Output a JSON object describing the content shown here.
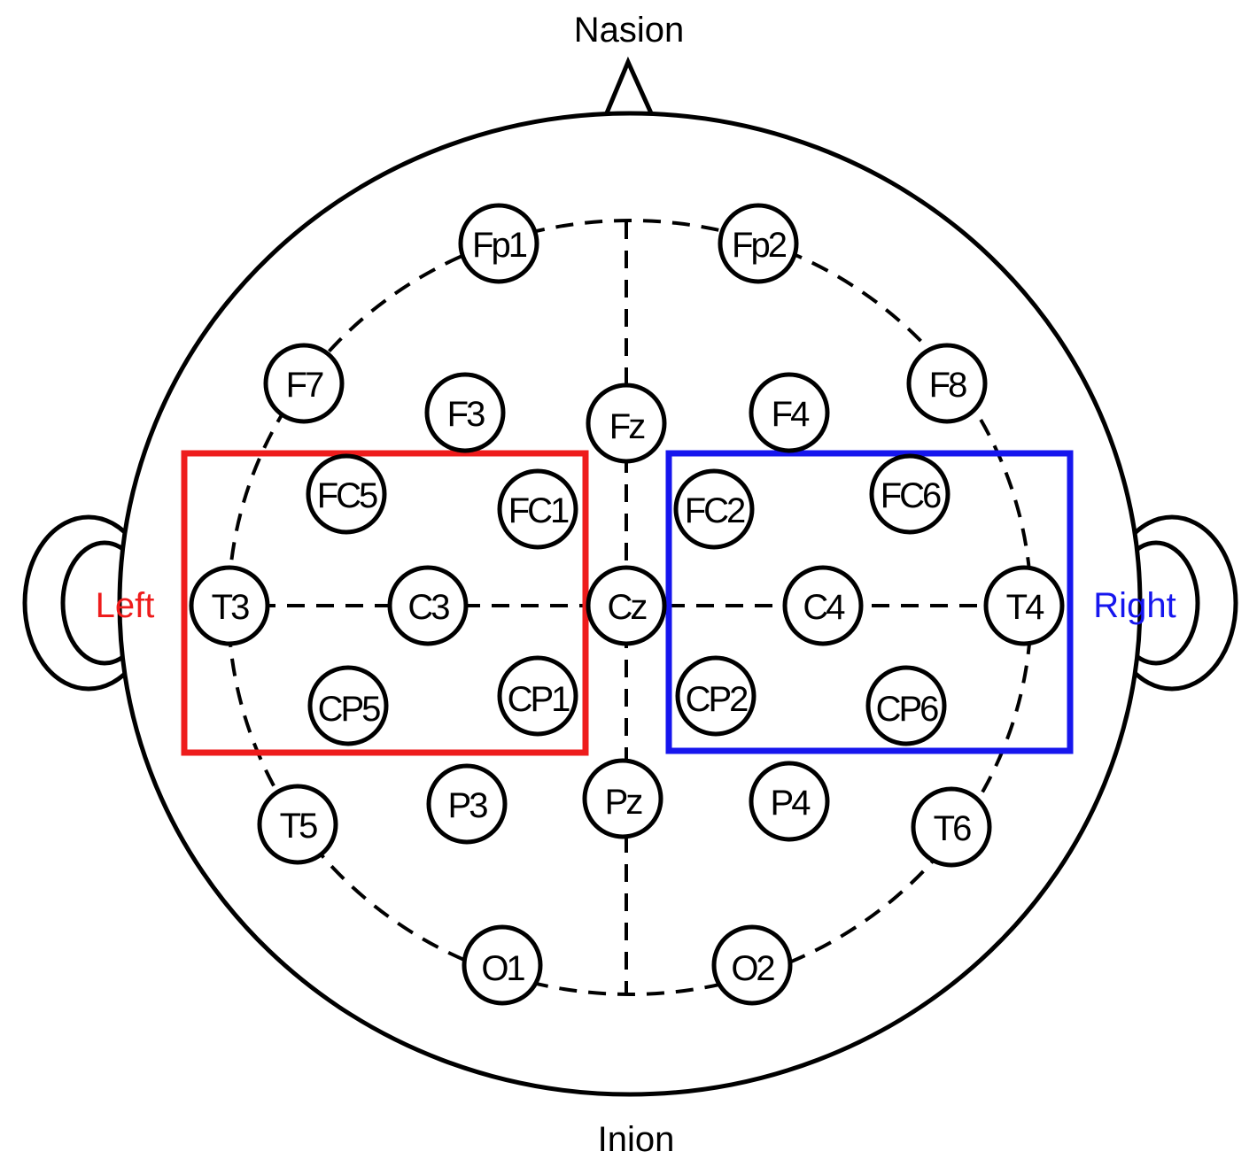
{
  "labels": {
    "top": "Nasion",
    "bottom": "Inion",
    "left": "Left",
    "right": "Right"
  },
  "colors": {
    "left_region": "#ee1c1c",
    "right_region": "#1616ee",
    "outline": "#000000"
  },
  "electrodes": {
    "Fp1": "Fp1",
    "Fp2": "Fp2",
    "F7": "F7",
    "F3": "F3",
    "Fz": "Fz",
    "F4": "F4",
    "F8": "F8",
    "FC5": "FC5",
    "FC1": "FC1",
    "FC2": "FC2",
    "FC6": "FC6",
    "T3": "T3",
    "C3": "C3",
    "Cz": "Cz",
    "C4": "C4",
    "T4": "T4",
    "CP5": "CP5",
    "CP1": "CP1",
    "CP2": "CP2",
    "CP6": "CP6",
    "T5": "T5",
    "P3": "P3",
    "Pz": "Pz",
    "P4": "P4",
    "T6": "T6",
    "O1": "O1",
    "O2": "O2"
  }
}
